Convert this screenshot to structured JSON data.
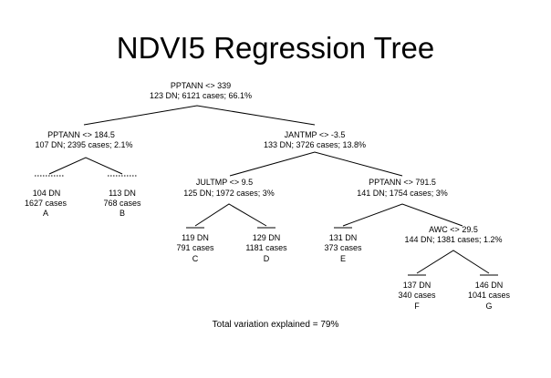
{
  "title": "NDVI5 Regression Tree",
  "root": {
    "split": "PPTANN <> 339",
    "stats": "123 DN; 6121 cases; 66.1%"
  },
  "left_node": {
    "split": "PPTANN <> 184.5",
    "stats": "107 DN; 2395 cases; 2.1%"
  },
  "right_node": {
    "split": "JANTMP <> -3.5",
    "stats": "133 DN; 3726 cases; 13.8%"
  },
  "jultmp_node": {
    "split": "JULTMP <> 9.5",
    "stats": "125 DN; 1972 cases; 3%"
  },
  "pptann2_node": {
    "split": "PPTANN <> 791.5",
    "stats": "141 DN; 1754 cases; 3%"
  },
  "awc_node": {
    "split": "AWC <> 29.5",
    "stats": "144 DN; 1381 cases; 1.2%"
  },
  "leaves": {
    "A": {
      "dn": "104 DN",
      "cases": "1627 cases",
      "label": "A"
    },
    "B": {
      "dn": "113 DN",
      "cases": "768 cases",
      "label": "B"
    },
    "C": {
      "dn": "119 DN",
      "cases": "791 cases",
      "label": "C"
    },
    "D": {
      "dn": "129 DN",
      "cases": "1181 cases",
      "label": "D"
    },
    "E": {
      "dn": "131 DN",
      "cases": "373 cases",
      "label": "E"
    },
    "F": {
      "dn": "137 DN",
      "cases": "340 cases",
      "label": "F"
    },
    "G": {
      "dn": "146 DN",
      "cases": "1041 cases",
      "label": "G"
    }
  },
  "footer": "Total variation explained = 79%"
}
